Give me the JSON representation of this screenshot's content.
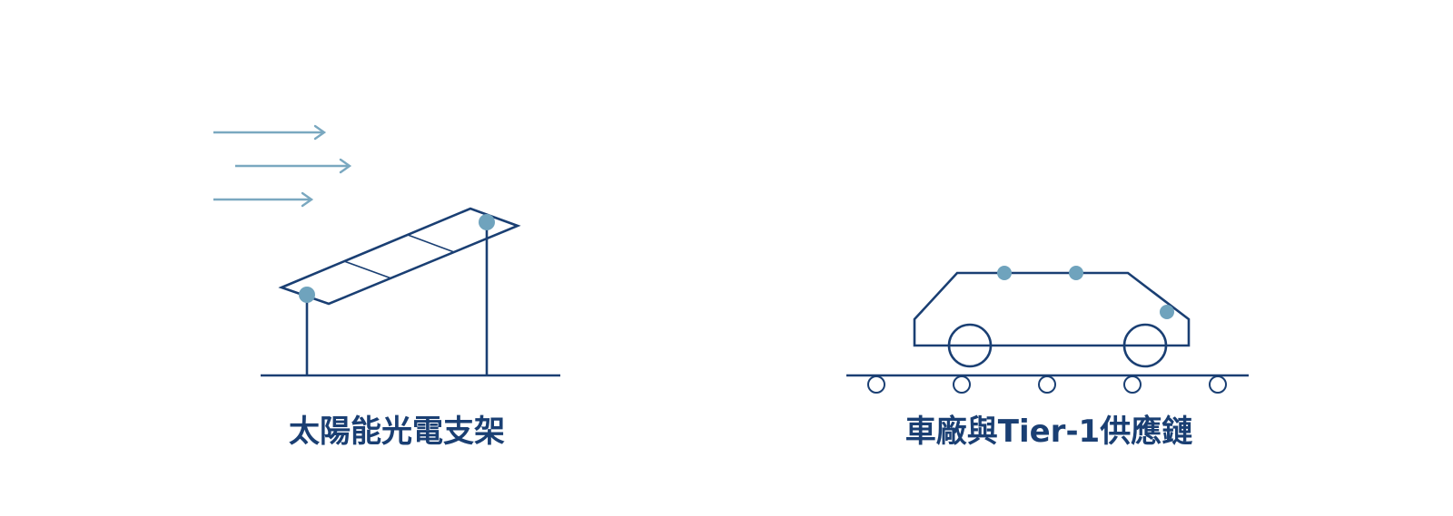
{
  "colors": {
    "stroke": "#1a3f73",
    "sensor": "#6fa3bd",
    "wind": "#7aa8c0",
    "background": "#ffffff"
  },
  "panels": [
    {
      "id": "solar",
      "caption": "太陽能光電支架",
      "icon": "solar-mount-icon"
    },
    {
      "id": "automotive",
      "caption": "車廠與Tier-1供應鏈",
      "icon": "car-assembly-line-icon"
    }
  ]
}
